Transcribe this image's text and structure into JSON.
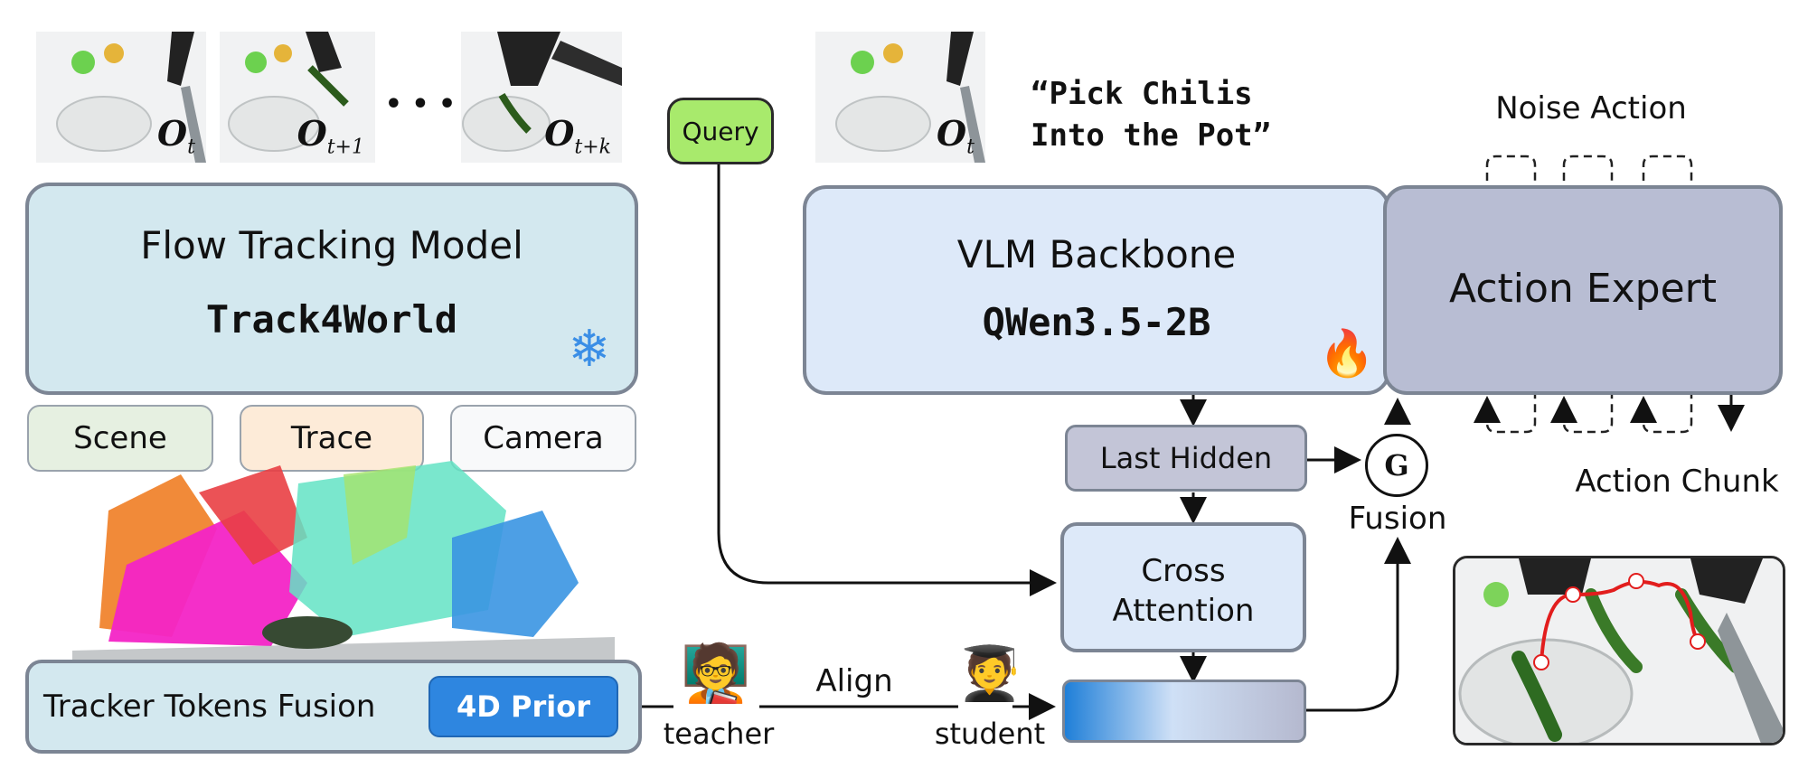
{
  "observations": {
    "frame_t": {
      "var": "O",
      "sub": "t"
    },
    "frame_t1": {
      "var": "O",
      "sub": "t+1"
    },
    "ellipsis": "• • •",
    "frame_tk": {
      "var": "O",
      "sub": "t+k"
    },
    "frame_vlm": {
      "var": "O",
      "sub": "t"
    }
  },
  "flow_tracking": {
    "title": "Flow Tracking Model",
    "model": "Track4World",
    "frozen_icon": "snowflake-icon"
  },
  "outputs": {
    "scene": "Scene",
    "trace": "Trace",
    "camera": "Camera"
  },
  "tracker_fusion": {
    "label": "Tracker Tokens Fusion",
    "prior": "4D Prior"
  },
  "query": "Query",
  "instruction": {
    "line1": "“Pick Chilis",
    "line2": "Into the Pot”"
  },
  "vlm": {
    "title": "VLM Backbone",
    "model": "QWen3.5-2B",
    "trainable_icon": "fire-icon"
  },
  "action_expert": {
    "title": "Action Expert",
    "noise": "Noise Action",
    "chunk": "Action Chunk"
  },
  "last_hidden": "Last Hidden",
  "cross_attention": {
    "line1": "Cross",
    "line2": "Attention"
  },
  "fusion": {
    "symbol": "G",
    "label": "Fusion"
  },
  "distill": {
    "teacher": "teacher",
    "student": "student",
    "align": "Align",
    "teacher_icon": "teacher-icon",
    "student_icon": "student-icon"
  },
  "colors": {
    "panel_blue": "#d3e8ef",
    "vlm_blue": "#dde9f9",
    "action_gray": "#b8bdd3",
    "hidden_gray": "#c3c5d7",
    "query_green": "#a8ea6c",
    "prior_blue": "#2e86e0",
    "border": "#7c8594"
  }
}
